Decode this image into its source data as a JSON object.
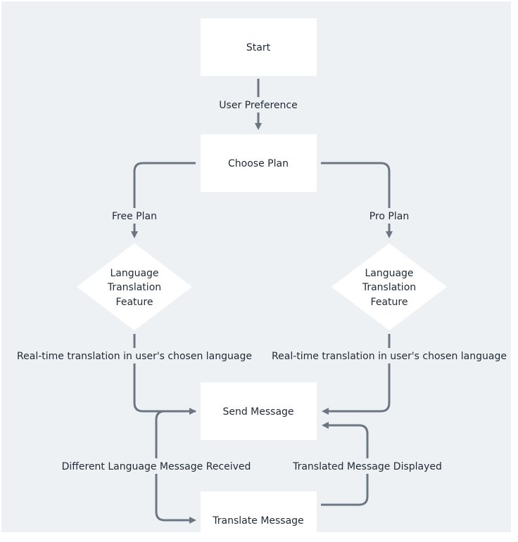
{
  "diagram": {
    "colors": {
      "background": "#eef1f4",
      "node_fill": "#ffffff",
      "edge": "#6c7682",
      "label_bg": "#eef1f4",
      "text": "#1f2933"
    },
    "nodes": {
      "start": "Start",
      "choose_plan": "Choose Plan",
      "decision_free": [
        "Language",
        "Translation",
        "Feature"
      ],
      "decision_pro": [
        "Language",
        "Translation",
        "Feature"
      ],
      "send_message": "Send Message",
      "translate_message": "Translate Message"
    },
    "edges": {
      "user_preference": "User Preference",
      "free_plan": "Free Plan",
      "pro_plan": "Pro Plan",
      "realtime_free": "Real-time translation in user's chosen language",
      "realtime_pro": "Real-time translation in user's chosen language",
      "different_language": "Different Language Message Received",
      "translated_displayed": "Translated Message Displayed"
    }
  }
}
